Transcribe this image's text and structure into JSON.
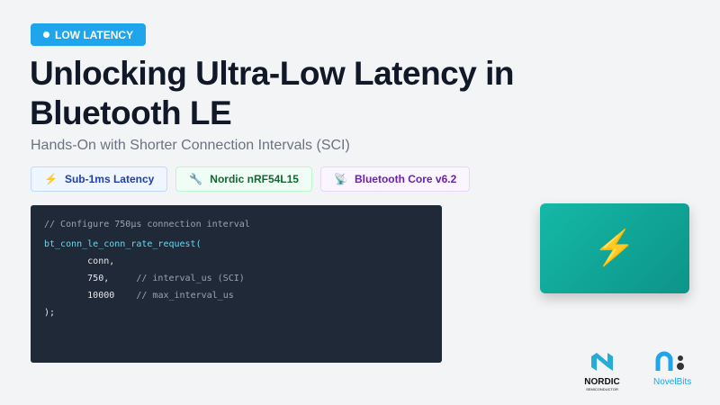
{
  "badge": "LOW LATENCY",
  "title": "Unlocking Ultra-Low Latency in Bluetooth LE",
  "subtitle": "Hands-On with Shorter Connection Intervals (SCI)",
  "chips": [
    {
      "icon": "⚡",
      "label": "Sub-1ms Latency"
    },
    {
      "icon": "🔧",
      "label": "Nordic nRF54L15"
    },
    {
      "icon": "📡",
      "label": "Bluetooth Core v6.2"
    }
  ],
  "code": {
    "comment": "// Configure 750µs connection interval",
    "call": "bt_conn_le_conn_rate_request(",
    "arg1": "        conn,",
    "arg2": "        750,",
    "arg2_comment": "     // interval_us (SCI)",
    "arg3": "        10000",
    "arg3_comment": "    // max_interval_us",
    "close": ");"
  },
  "card_icon": "⚡",
  "logos": {
    "nordic": "NORDIC",
    "nordic_sub": "SEMICONDUCTOR",
    "novel": "Novel",
    "bits": "Bits"
  },
  "colors": {
    "accent": "#1ea5ec",
    "card": "#14b8a6",
    "code_bg": "#1f2937"
  }
}
